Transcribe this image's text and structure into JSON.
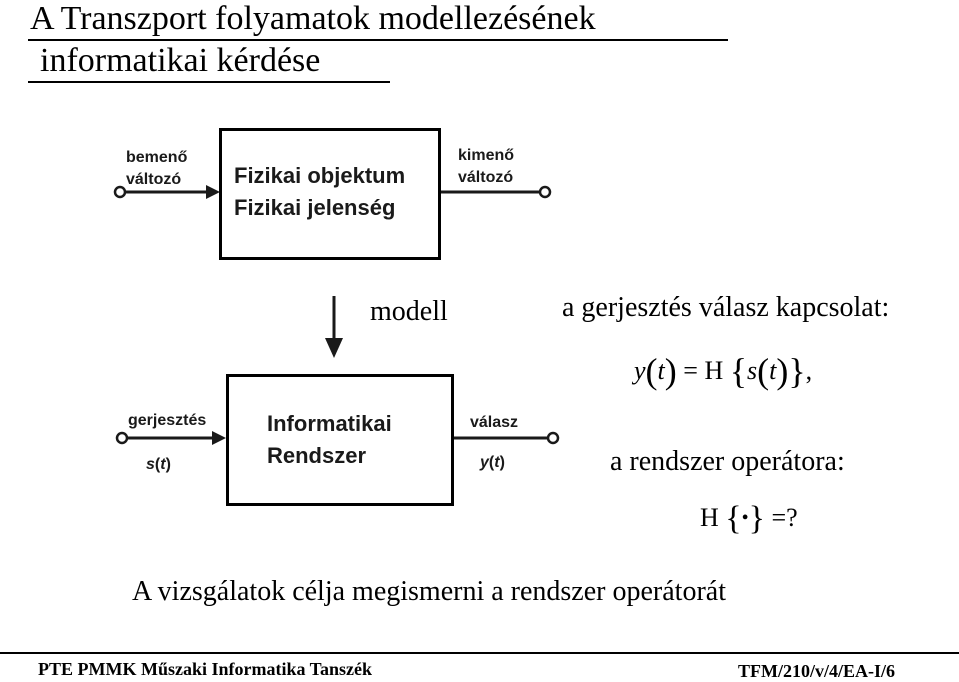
{
  "title": {
    "line1": "A Transzport folyamatok modellezésének",
    "line2": "informatikai kérdése"
  },
  "diagram_top": {
    "input_label_1": "bemenő",
    "input_label_2": "változó",
    "box_line_1": "Fizikai objektum",
    "box_line_2": "Fizikai jelenség",
    "output_label_1": "kimenő",
    "output_label_2": "változó"
  },
  "model_label": "modell",
  "relation_heading": "a gerjesztés válasz kapcsolat:",
  "equation": {
    "y": "y",
    "t1": "t",
    "eq": "=",
    "H": "H",
    "s": "s",
    "t2": "t",
    "trail": ","
  },
  "diagram_bottom": {
    "input_label": "gerjesztés",
    "input_var_s": "s",
    "input_var_t": "t",
    "box_line_1": "Informatikai",
    "box_line_2": "Rendszer",
    "output_label": "válasz",
    "output_var_y": "y",
    "output_var_t": "t"
  },
  "operator_heading": "a rendszer operátora:",
  "operator_eq": {
    "H": "H",
    "bullet": "•",
    "eq": "=",
    "q": "?"
  },
  "conclusion": "A vizsgálatok célja megismerni a rendszer operátorát",
  "footer": {
    "left": "PTE PMMK Műszaki Informatika Tanszék",
    "right": "TFM/210/v/4/EA-I/6"
  }
}
